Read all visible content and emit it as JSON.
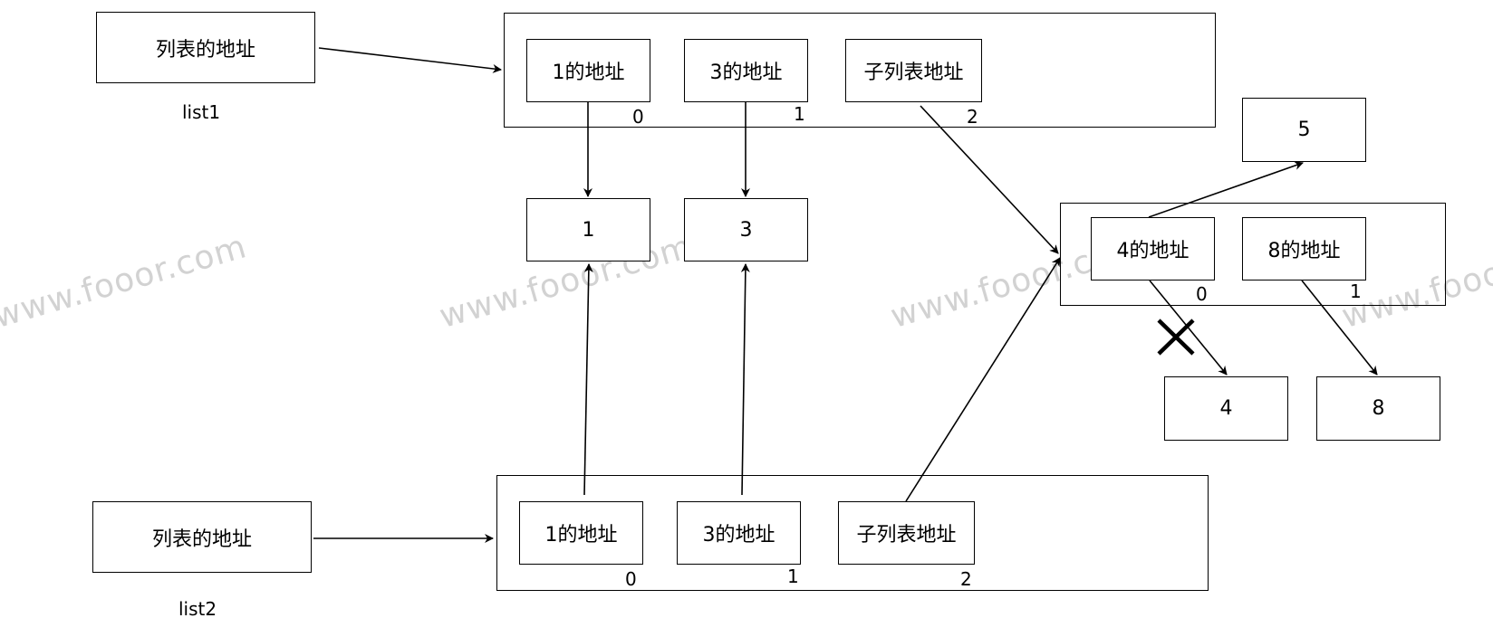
{
  "colors": {
    "ink": "#000000",
    "watermark": "#d2d2d2",
    "background": "#ffffff"
  },
  "list1": {
    "ref_label": "列表的地址",
    "caption": "list1",
    "cells": [
      "1的地址",
      "3的地址",
      "子列表地址"
    ],
    "indices": [
      "0",
      "1",
      "2"
    ]
  },
  "list2": {
    "ref_label": "列表的地址",
    "caption": "list2",
    "cells": [
      "1的地址",
      "3的地址",
      "子列表地址"
    ],
    "indices": [
      "0",
      "1",
      "2"
    ]
  },
  "shared_values": [
    "1",
    "3"
  ],
  "sublist": {
    "cells": [
      "4的地址",
      "8的地址"
    ],
    "indices": [
      "0",
      "1"
    ],
    "values": [
      "4",
      "8"
    ],
    "new_value": "5",
    "broken_link_mark": "✕"
  },
  "watermark": "www.fooor.com"
}
